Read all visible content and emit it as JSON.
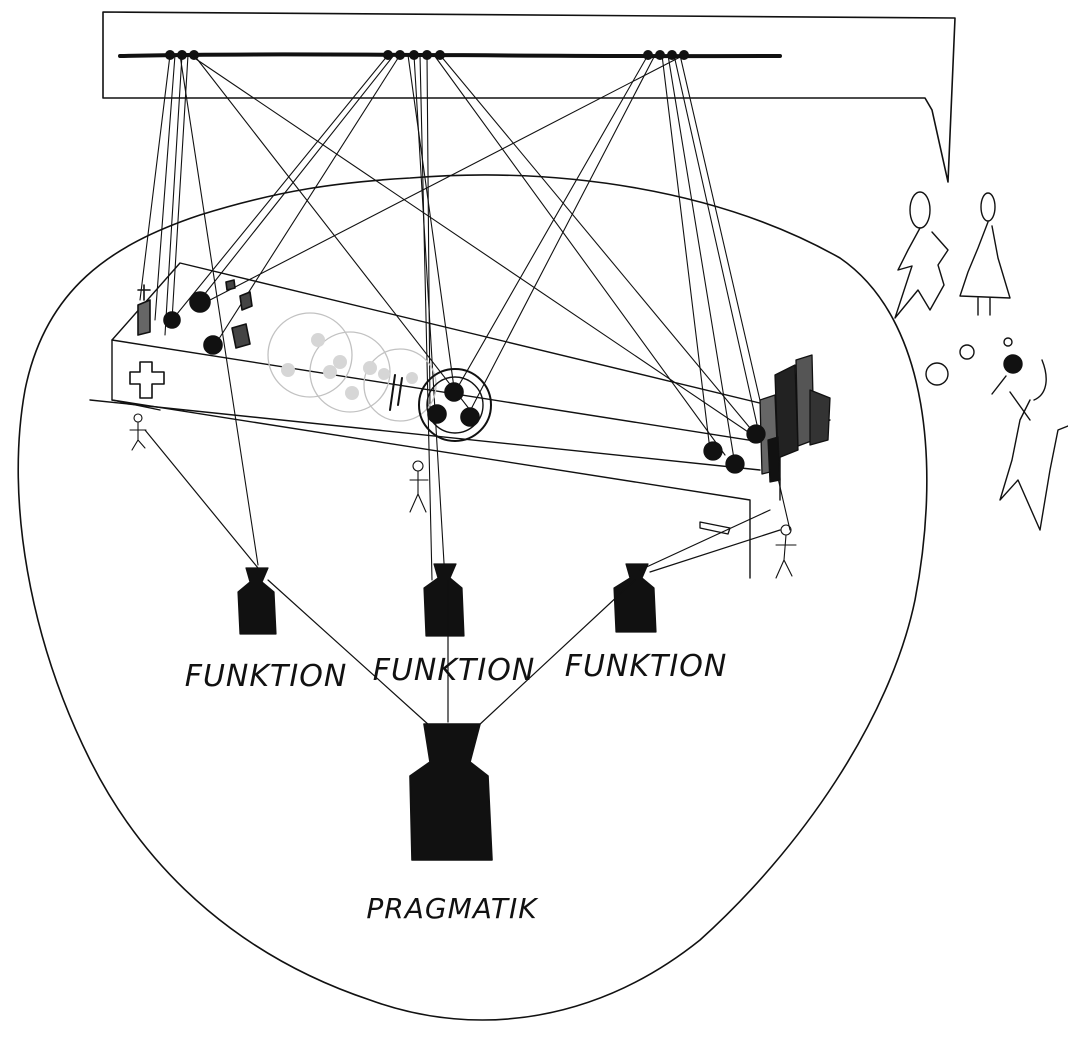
{
  "diagram": {
    "labels": {
      "funktion_left": "FUNKTION",
      "funktion_center": "FUNKTION",
      "funktion_right": "FUNKTION",
      "pragmatik": "PRAGMATIK"
    },
    "colors": {
      "ink": "#111111",
      "paper": "#ffffff",
      "faded": "#bdbdbd"
    },
    "icons": [
      "hanging-bar",
      "weight-icon",
      "puppet-figure",
      "mannequin-icon",
      "cross-icon",
      "city-buildings-icon",
      "singer-figure"
    ]
  }
}
